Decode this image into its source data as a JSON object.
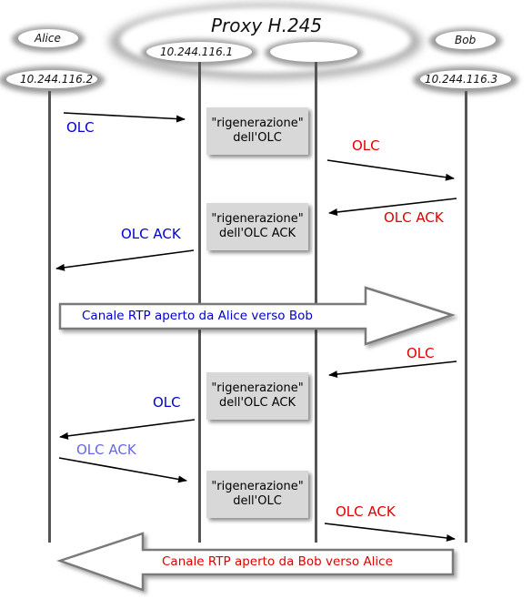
{
  "proxy": {
    "title": "Proxy H.245",
    "ip_left": "10.244.116.1"
  },
  "endpoints": {
    "alice": {
      "name": "Alice",
      "ip": "10.244.116.2"
    },
    "bob": {
      "name": "Bob",
      "ip": "10.244.116.3"
    }
  },
  "colors": {
    "blue": "#0000cc",
    "red": "#e00000",
    "light_blue": "#6666ee"
  },
  "messages": {
    "m1": "OLC",
    "m2": "OLC",
    "m3": "OLC ACK",
    "m4": "OLC ACK",
    "m5": "OLC",
    "m6": "OLC",
    "m7": "OLC ACK",
    "m8": "OLC ACK"
  },
  "boxes": {
    "b1": {
      "line1": "\"rigenerazione\"",
      "line2": "dell'OLC"
    },
    "b2": {
      "line1": "\"rigenerazione\"",
      "line2": "dell'OLC ACK"
    },
    "b3": {
      "line1": "\"rigenerazione\"",
      "line2": "dell'OLC ACK"
    },
    "b4": {
      "line1": "\"rigenerazione\"",
      "line2": "dell'OLC"
    }
  },
  "channels": {
    "alice_to_bob": "Canale RTP aperto da Alice verso Bob",
    "bob_to_alice": "Canale RTP aperto da Bob verso Alice"
  }
}
